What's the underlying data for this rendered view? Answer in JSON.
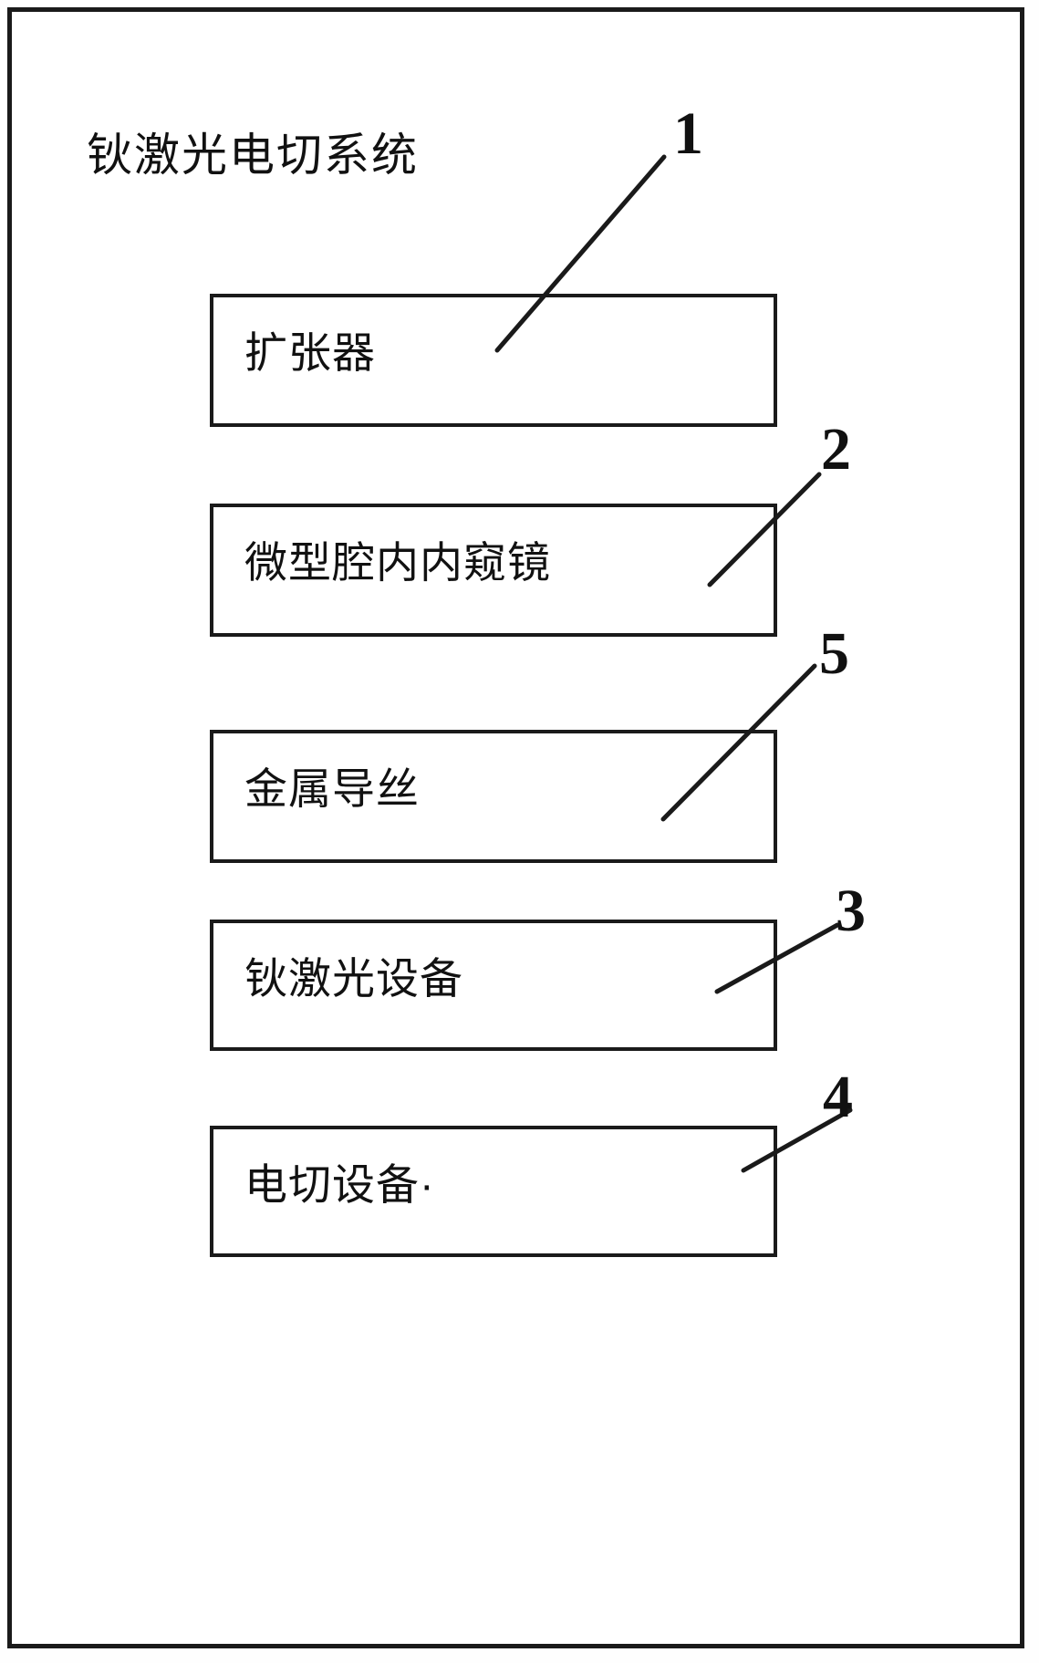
{
  "figure": {
    "title": "钬激光电切系统",
    "boxes": [
      {
        "label": "扩张器",
        "callout": "1"
      },
      {
        "label": "微型腔内内窥镜",
        "callout": "2"
      },
      {
        "label": "金属导丝",
        "callout": "5"
      },
      {
        "label": "钬激光设备",
        "callout": "3"
      },
      {
        "label": "电切设备·",
        "callout": "4"
      }
    ]
  }
}
